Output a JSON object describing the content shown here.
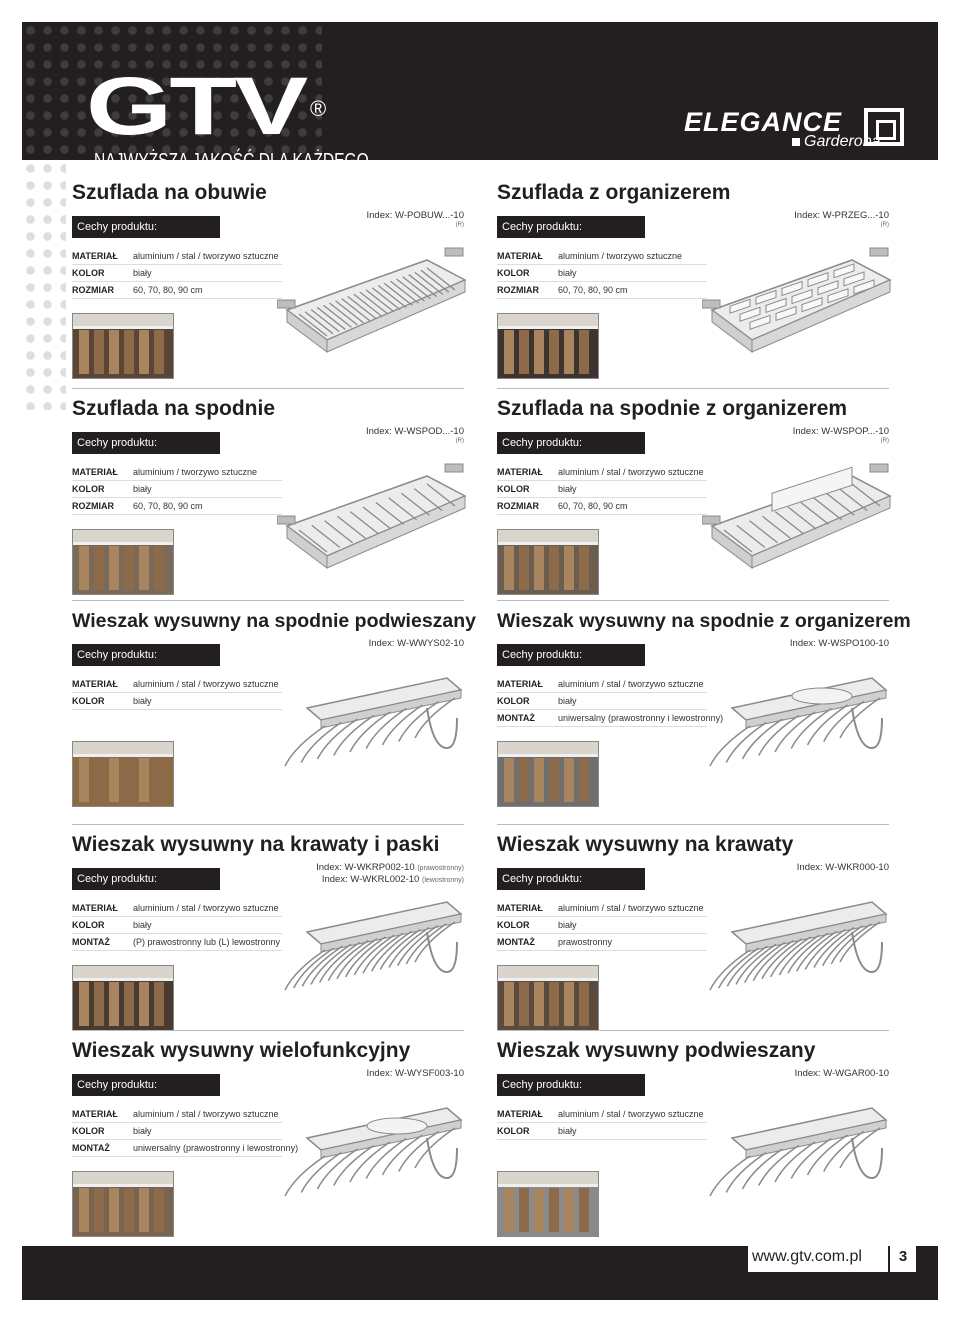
{
  "header": {
    "logo": "GTV",
    "logo_mark": "®",
    "tagline": "NAJWYŻSZA JAKOŚĆ DLA KAŻDEGO",
    "brand": "ELEGANCE",
    "brand_sub": "Garderoba"
  },
  "badge_label": "Cechy produktu:",
  "products": [
    {
      "title": "Szuflada na obuwie",
      "index": "Index: W-POBUW...-10",
      "index_note": "(R)",
      "specs": [
        [
          "MATERIAŁ",
          "aluminium / stal / tworzywo sztuczne"
        ],
        [
          "KOLOR",
          "biały"
        ],
        [
          "ROZMIAR",
          "60, 70, 80, 90 cm"
        ]
      ]
    },
    {
      "title": "Szuflada z organizerem",
      "index": "Index: W-PRZEG...-10",
      "index_note": "(R)",
      "specs": [
        [
          "MATERIAŁ",
          "aluminium / tworzywo sztuczne"
        ],
        [
          "KOLOR",
          "biały"
        ],
        [
          "ROZMIAR",
          "60, 70, 80, 90 cm"
        ]
      ]
    },
    {
      "title": "Szuflada na spodnie",
      "index": "Index: W-WSPOD...-10",
      "index_note": "(R)",
      "specs": [
        [
          "MATERIAŁ",
          "aluminium / tworzywo sztuczne"
        ],
        [
          "KOLOR",
          "biały"
        ],
        [
          "ROZMIAR",
          "60, 70, 80, 90 cm"
        ]
      ]
    },
    {
      "title": "Szuflada na spodnie z organizerem",
      "index": "Index: W-WSPOP...-10",
      "index_note": "(R)",
      "specs": [
        [
          "MATERIAŁ",
          "aluminium / stal / tworzywo sztuczne"
        ],
        [
          "KOLOR",
          "biały"
        ],
        [
          "ROZMIAR",
          "60, 70, 80, 90 cm"
        ]
      ]
    },
    {
      "title": "Wieszak  wysuwny na spodnie podwieszany",
      "index": "Index: W-WWYS02-10",
      "index_note": "",
      "specs": [
        [
          "MATERIAŁ",
          "aluminium / stal / tworzywo sztuczne"
        ],
        [
          "KOLOR",
          "biały"
        ]
      ]
    },
    {
      "title": "Wieszak wysuwny na spodnie z organizerem",
      "index": "Index: W-WSPO100-10",
      "index_note": "",
      "specs": [
        [
          "MATERIAŁ",
          "aluminium / stal / tworzywo sztuczne"
        ],
        [
          "KOLOR",
          "biały"
        ],
        [
          "MONTAŻ",
          "uniwersalny (prawostronny i lewostronny)"
        ]
      ]
    },
    {
      "title": "Wieszak wysuwny na krawaty i paski",
      "index": "Index: W-WKRP002-10",
      "index_note": "(prawostronny)",
      "index2": "Index: W-WKRL002-10",
      "index2_note": "(lewostronny)",
      "specs": [
        [
          "MATERIAŁ",
          "aluminium / stal / tworzywo sztuczne"
        ],
        [
          "KOLOR",
          "biały"
        ],
        [
          "MONTAŻ",
          "(P) prawostronny lub (L) lewostronny"
        ]
      ]
    },
    {
      "title": "Wieszak wysuwny na krawaty",
      "index": "Index: W-WKR000-10",
      "index_note": "",
      "specs": [
        [
          "MATERIAŁ",
          "aluminium / stal / tworzywo sztuczne"
        ],
        [
          "KOLOR",
          "biały"
        ],
        [
          "MONTAŻ",
          "prawostronny"
        ]
      ]
    },
    {
      "title": "Wieszak wysuwny wielofunkcyjny",
      "index": "Index: W-WYSF003-10",
      "index_note": "",
      "specs": [
        [
          "MATERIAŁ",
          "aluminium / stal / tworzywo sztuczne"
        ],
        [
          "KOLOR",
          "biały"
        ],
        [
          "MONTAŻ",
          "uniwersalny (prawostronny i lewostronny)"
        ]
      ]
    },
    {
      "title": "Wieszak wysuwny podwieszany",
      "index": "Index: W-WGAR00-10",
      "index_note": "",
      "specs": [
        [
          "MATERIAŁ",
          "aluminium / stal / tworzywo sztuczne"
        ],
        [
          "KOLOR",
          "biały"
        ]
      ]
    }
  ],
  "footer": {
    "url": "www.gtv.com.pl",
    "page": "3"
  }
}
